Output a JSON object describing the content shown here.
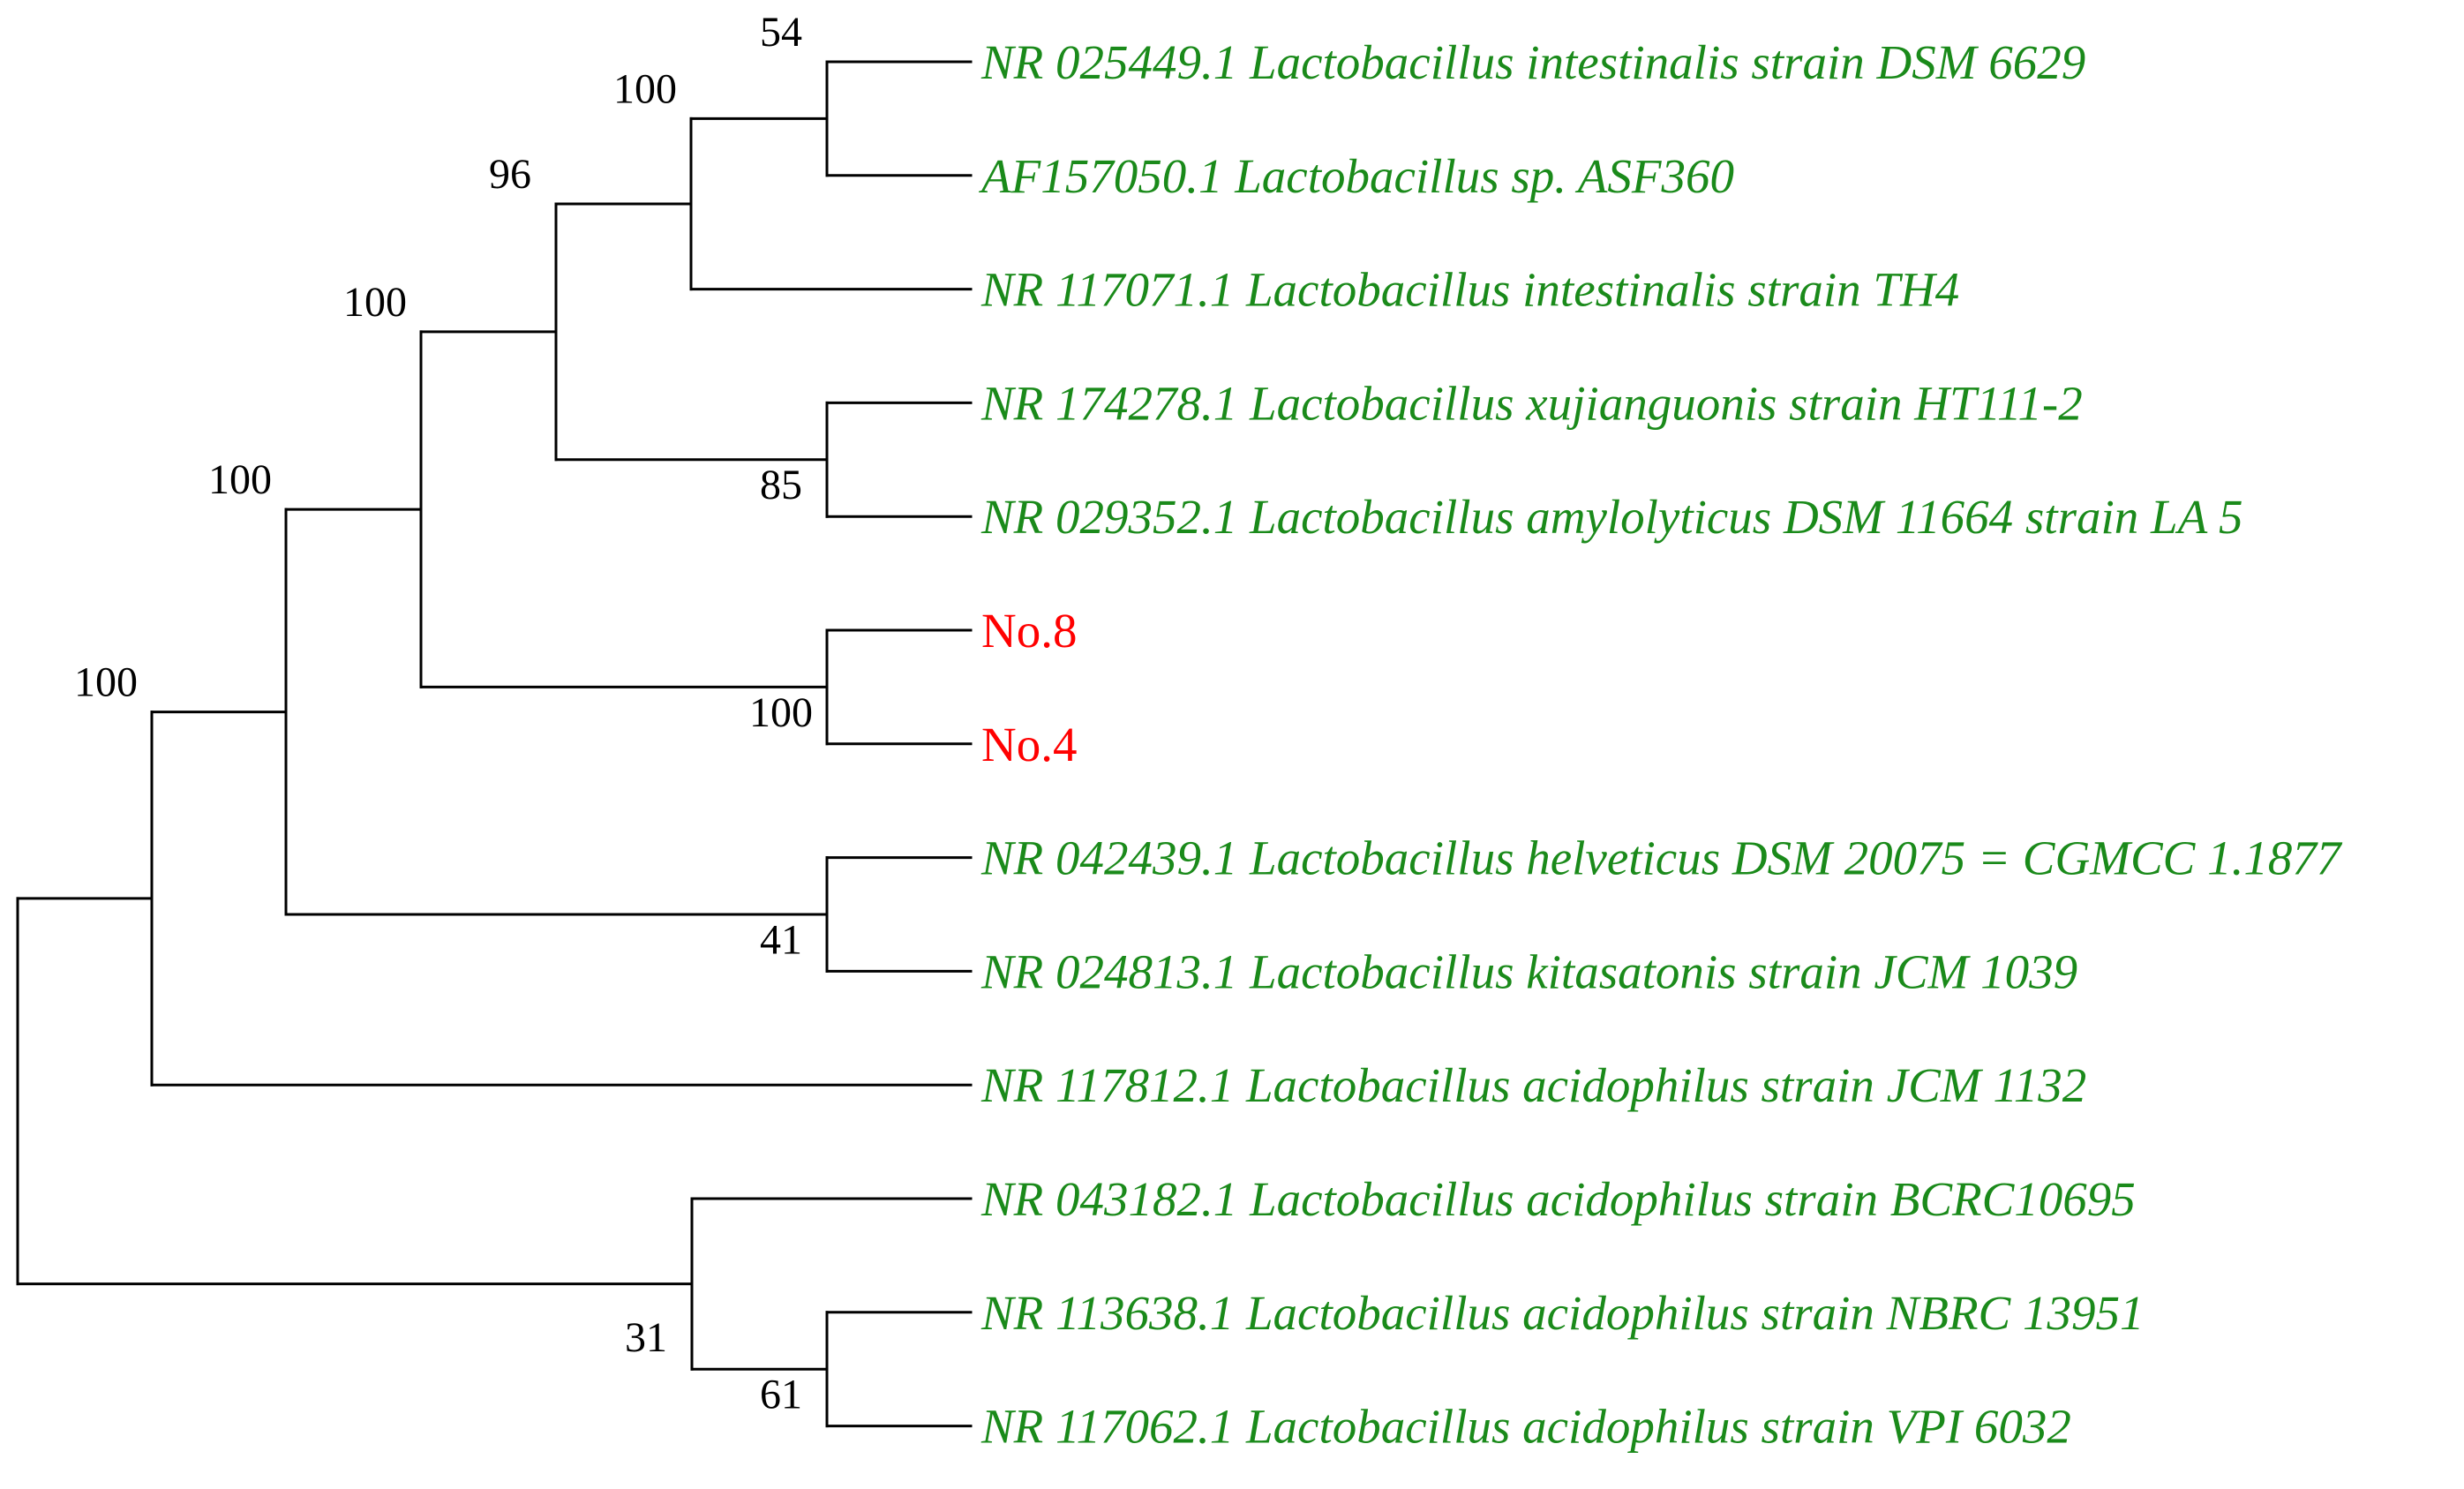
{
  "colors": {
    "reference": "#1a8a1a",
    "sample": "#ff0000",
    "branch": "#000000"
  },
  "taxa": [
    {
      "id": "t1",
      "label": "NR 025449.1 Lactobacillus intestinalis strain DSM 6629",
      "kind": "reference"
    },
    {
      "id": "t2",
      "label": "AF157050.1 Lactobacillus sp. ASF360",
      "kind": "reference"
    },
    {
      "id": "t3",
      "label": "NR 117071.1 Lactobacillus intestinalis strain TH4",
      "kind": "reference"
    },
    {
      "id": "t4",
      "label": "NR 174278.1 Lactobacillus xujianguonis strain HT111-2",
      "kind": "reference"
    },
    {
      "id": "t5",
      "label": "NR 029352.1 Lactobacillus amylolyticus DSM 11664 strain LA 5",
      "kind": "reference"
    },
    {
      "id": "t6",
      "label": "No.8",
      "kind": "sample"
    },
    {
      "id": "t7",
      "label": "No.4",
      "kind": "sample"
    },
    {
      "id": "t8",
      "label": "NR 042439.1 Lactobacillus helveticus DSM 20075 = CGMCC 1.1877",
      "kind": "reference"
    },
    {
      "id": "t9",
      "label": "NR 024813.1 Lactobacillus kitasatonis strain JCM 1039",
      "kind": "reference"
    },
    {
      "id": "t10",
      "label": "NR 117812.1 Lactobacillus acidophilus strain JCM 1132",
      "kind": "reference"
    },
    {
      "id": "t11",
      "label": "NR 043182.1 Lactobacillus acidophilus strain BCRC10695",
      "kind": "reference"
    },
    {
      "id": "t12",
      "label": "NR 113638.1 Lactobacillus acidophilus strain NBRC 13951",
      "kind": "reference"
    },
    {
      "id": "t13",
      "label": "NR 117062.1 Lactobacillus acidophilus strain VPI 6032",
      "kind": "reference"
    }
  ],
  "clades": [
    {
      "id": "nA",
      "children": [
        "t1",
        "t2"
      ],
      "support": "54"
    },
    {
      "id": "nB",
      "children": [
        "nA",
        "t3"
      ],
      "support": "100"
    },
    {
      "id": "nC",
      "children": [
        "t4",
        "t5"
      ],
      "support": "85"
    },
    {
      "id": "nD",
      "children": [
        "nB",
        "nC"
      ],
      "support": "96"
    },
    {
      "id": "nE",
      "children": [
        "t6",
        "t7"
      ],
      "support": "100"
    },
    {
      "id": "nF",
      "children": [
        "nD",
        "nE"
      ],
      "support": "100"
    },
    {
      "id": "nG",
      "children": [
        "t8",
        "t9"
      ],
      "support": "41"
    },
    {
      "id": "nH",
      "children": [
        "nF",
        "nG"
      ],
      "support": "100"
    },
    {
      "id": "nI",
      "children": [
        "nH",
        "t10"
      ],
      "support": "100"
    },
    {
      "id": "nJ",
      "children": [
        "t12",
        "t13"
      ],
      "support": "61"
    },
    {
      "id": "nK",
      "children": [
        "t11",
        "nJ"
      ],
      "support": "31"
    },
    {
      "id": "root",
      "children": [
        "nI",
        "nK"
      ],
      "support": ""
    }
  ]
}
